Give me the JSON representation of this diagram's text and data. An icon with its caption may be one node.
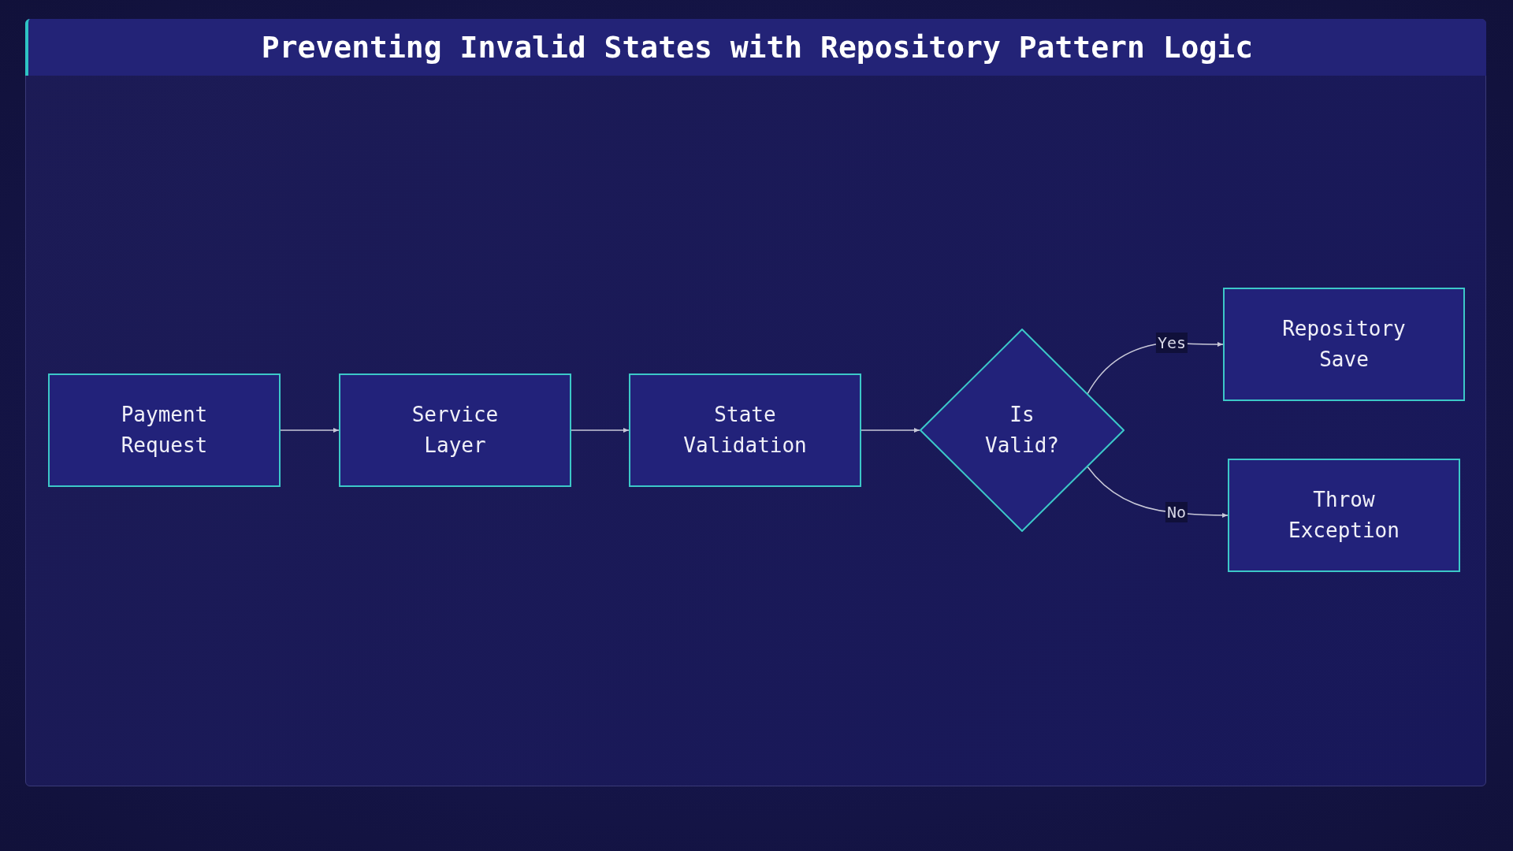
{
  "diagram": {
    "title": "Preventing Invalid States with Repository Pattern Logic",
    "nodes": [
      {
        "text": [
          "Payment Request"
        ]
      },
      {
        "text": [
          "Service Layer"
        ]
      },
      {
        "text": [
          "State Validation"
        ]
      },
      {
        "text": [
          "Is Valid?"
        ]
      },
      {
        "text": [
          "Repository Save"
        ]
      },
      {
        "text": [
          "Throw Exception"
        ]
      }
    ],
    "edges": [
      {
        "from": 0,
        "to": 1,
        "arrow": "to"
      },
      {
        "from": 1,
        "to": 2,
        "arrow": "to"
      },
      {
        "from": 2,
        "to": 3,
        "arrow": "to"
      },
      {
        "from": 3,
        "to": 4,
        "arrow": "to",
        "label": "Yes"
      },
      {
        "from": 3,
        "to": 5,
        "arrow": "to",
        "label": "No"
      }
    ]
  }
}
